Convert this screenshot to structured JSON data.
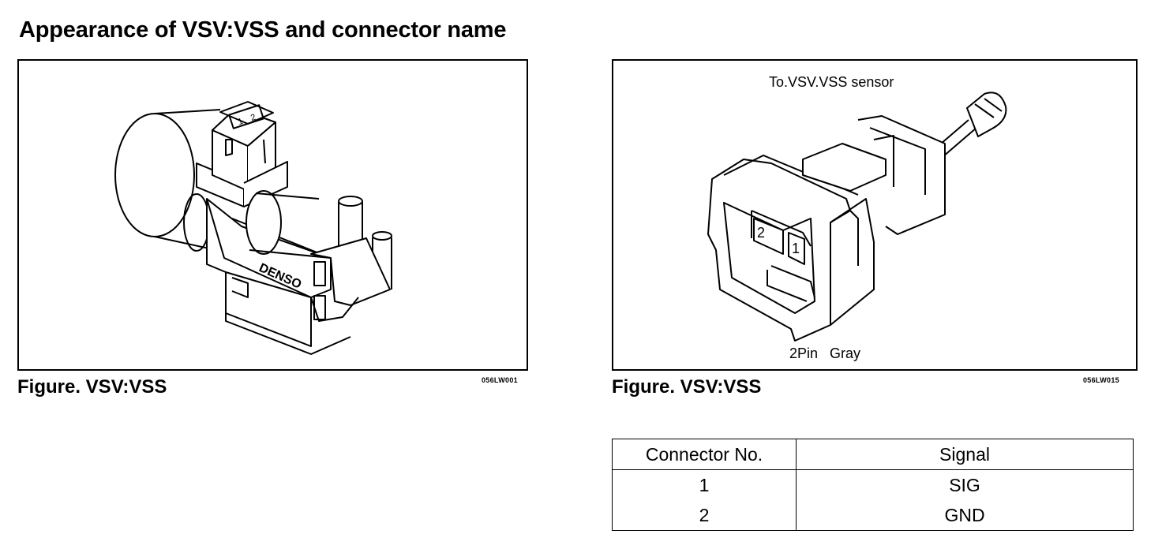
{
  "title": "Appearance of VSV:VSS and connector name",
  "left_figure": {
    "caption": "Figure. VSV:VSS",
    "code": "056LW001",
    "brand_text": "DENSO",
    "pin_labels": [
      "1",
      "2"
    ]
  },
  "right_figure": {
    "caption": "Figure. VSV:VSS",
    "code": "056LW015",
    "top_label": "To.VSV.VSS sensor",
    "bottom_label": "2Pin   Gray",
    "pin_labels": [
      "2",
      "1"
    ]
  },
  "connector_table": {
    "headers": [
      "Connector No.",
      "Signal"
    ],
    "rows": [
      [
        "1",
        "SIG"
      ],
      [
        "2",
        "GND"
      ]
    ]
  }
}
